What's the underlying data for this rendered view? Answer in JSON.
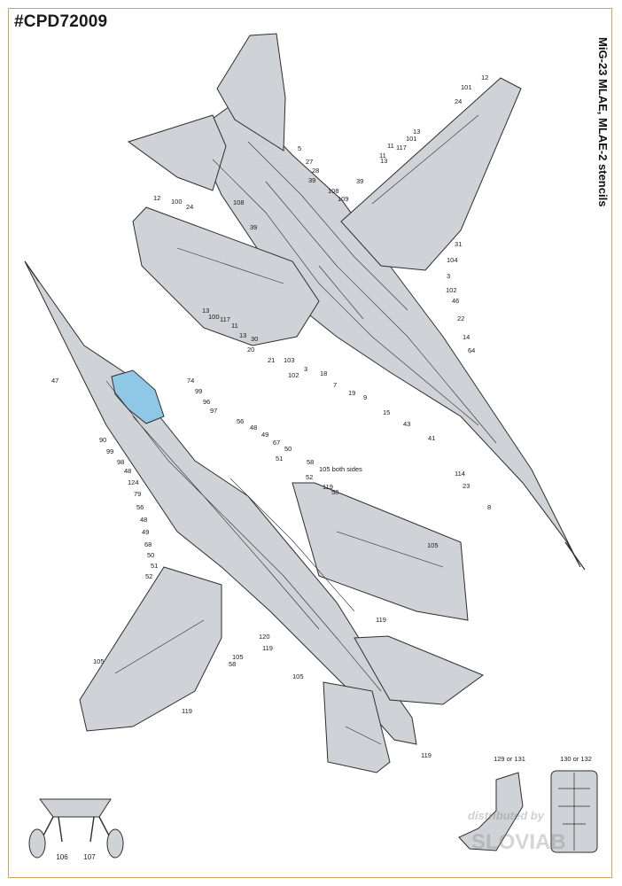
{
  "sheet": {
    "code": "#CPD72009",
    "title": "MiG-23 MLAE, MLAE-2 stencils",
    "watermark_lines": [
      "distributed by",
      "SLOVIAB"
    ]
  },
  "colors": {
    "frame": "#d9a25f",
    "airframe_fill": "#cfd2d6",
    "airframe_stroke": "#2e2e2e",
    "canopy": "#8fc8e6",
    "text": "#1a1a1a"
  },
  "upper_view_labels": [
    "12",
    "101",
    "24",
    "13",
    "101",
    "11",
    "117",
    "13",
    "11",
    "5",
    "27",
    "28",
    "39",
    "108",
    "108",
    "109",
    "39",
    "39",
    "12",
    "100",
    "24",
    "31",
    "104",
    "3",
    "102",
    "46",
    "22",
    "14",
    "64",
    "13",
    "100",
    "117",
    "11",
    "13",
    "30",
    "20",
    "21",
    "103",
    "102",
    "3",
    "18",
    "7",
    "19",
    "9",
    "15",
    "43",
    "41",
    "114",
    "23",
    "8"
  ],
  "lower_view_labels": [
    "47",
    "74",
    "99",
    "96",
    "97",
    "56",
    "48",
    "49",
    "67",
    "50",
    "51",
    "58",
    "105 both sides",
    "90",
    "99",
    "98",
    "48",
    "124",
    "52",
    "119",
    "58",
    "79",
    "56",
    "48",
    "49",
    "68",
    "50",
    "51",
    "52",
    "105",
    "119",
    "120",
    "105",
    "119",
    "58",
    "105",
    "105",
    "119",
    "119"
  ],
  "detail_labels": {
    "gear": [
      "106",
      "107"
    ],
    "seat_left": "129 or 131",
    "seat_right": "130 or 132"
  }
}
